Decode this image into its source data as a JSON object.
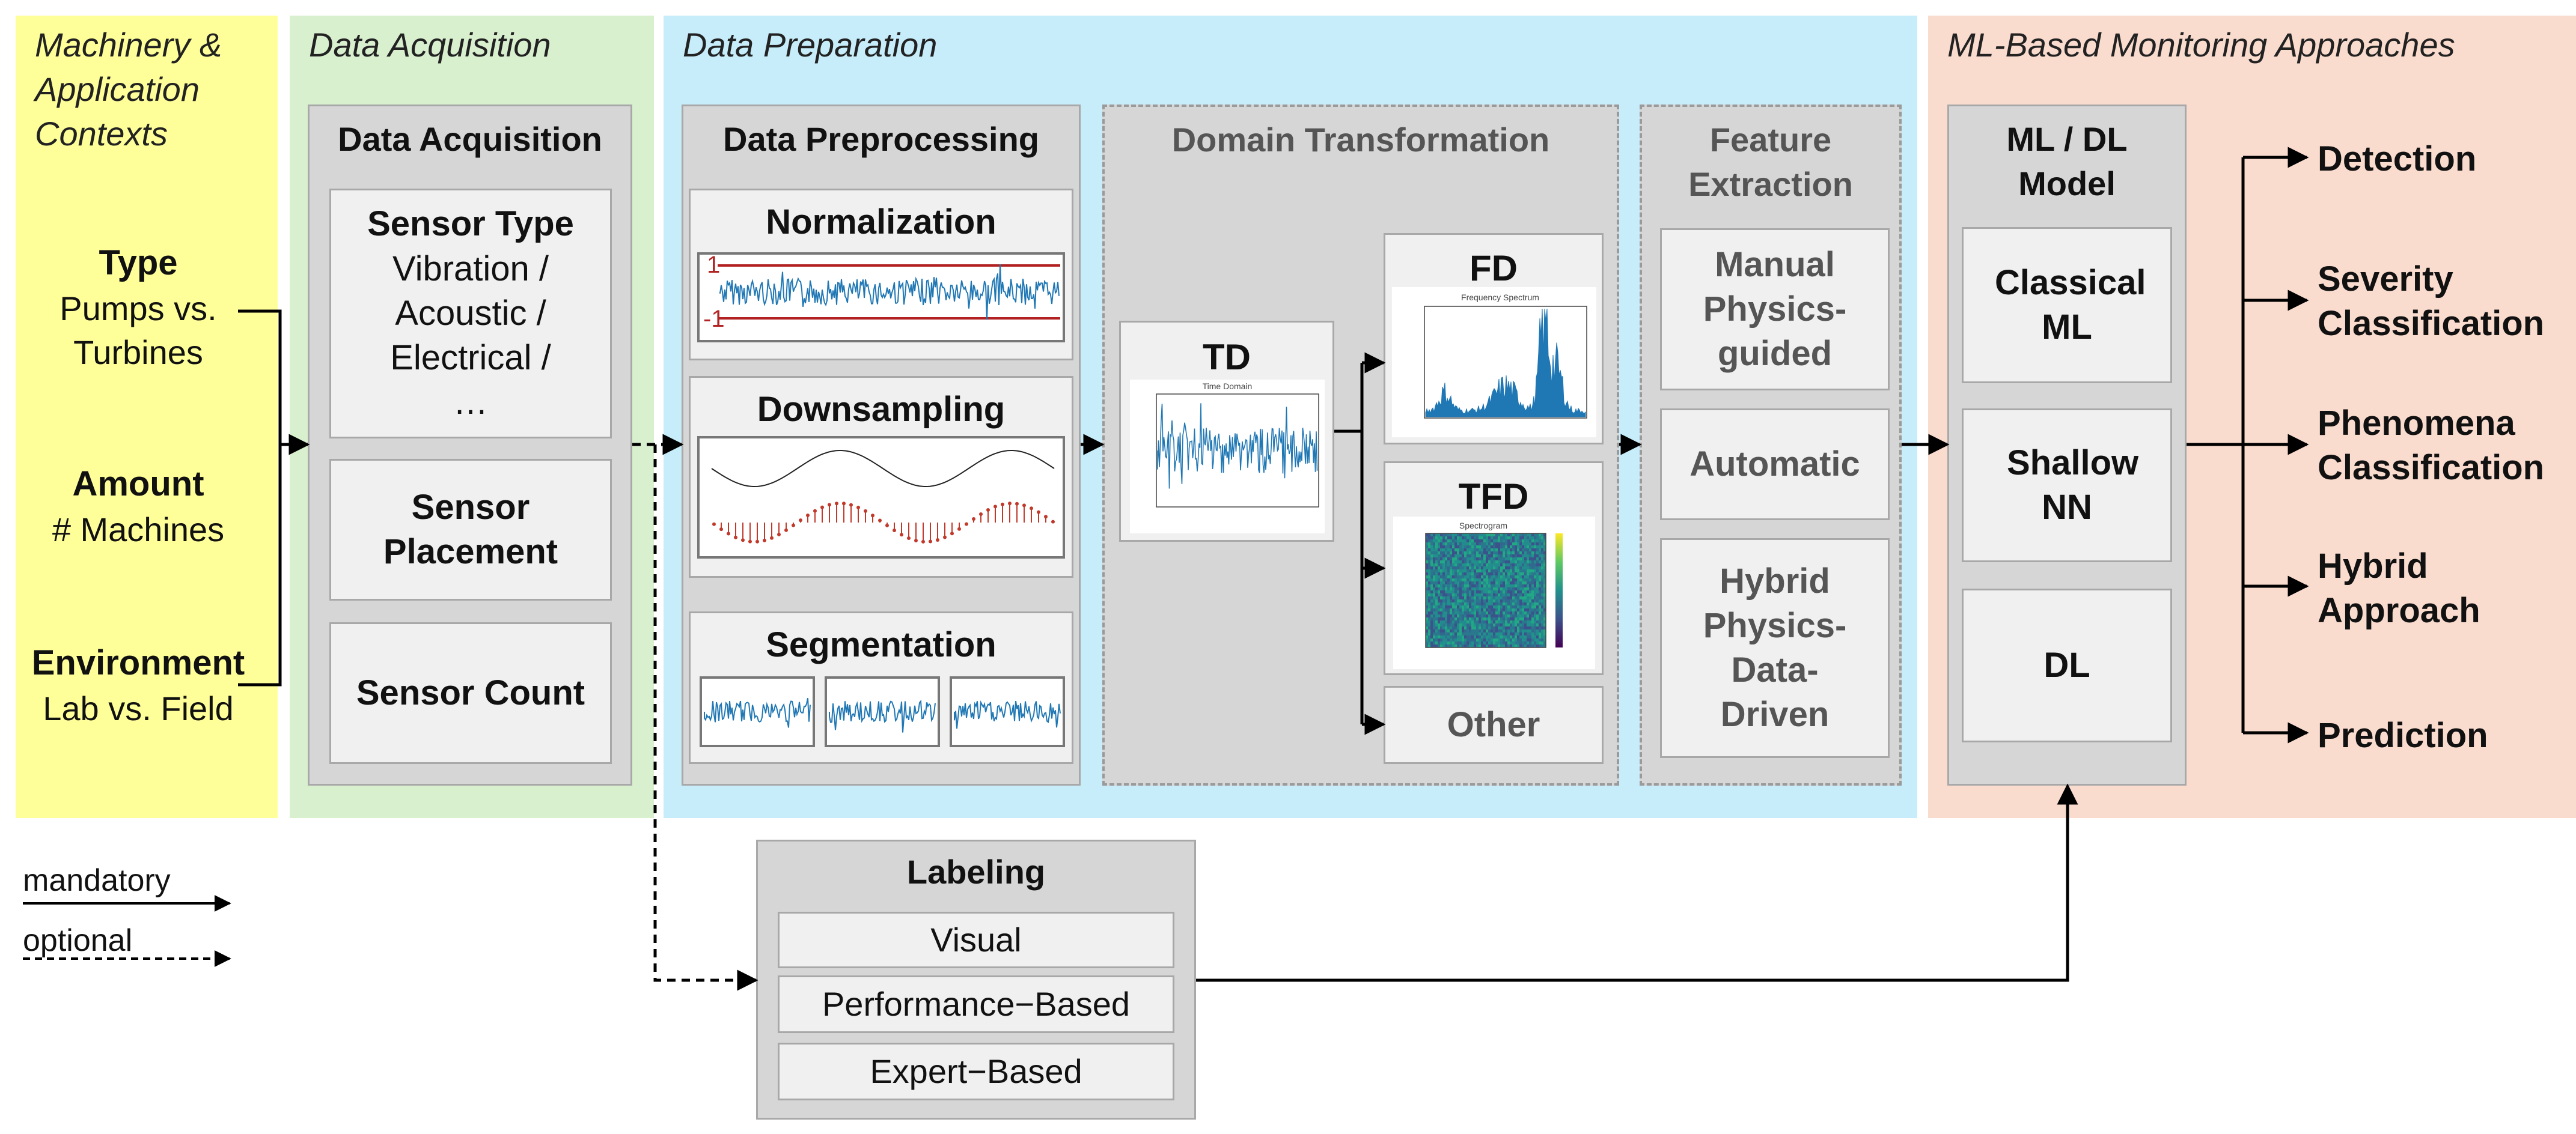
{
  "lanes": {
    "machinery": "Machinery & Application Contexts",
    "acquisition": "Data Acquisition",
    "preparation": "Data Preparation",
    "ml": "ML-Based Monitoring Approaches"
  },
  "machinery": {
    "type_title": "Type",
    "type_value": "Pumps vs. Turbines",
    "amount_title": "Amount",
    "amount_value": "# Machines",
    "environment_title": "Environment",
    "environment_value": "Lab vs. Field"
  },
  "acquisition": {
    "panel_title": "Data Acquisition",
    "sensor_type_title": "Sensor Type",
    "sensor_type_values": "Vibration / Acoustic / Electrical / …",
    "sensor_placement": "Sensor Placement",
    "sensor_count": "Sensor Count"
  },
  "preprocessing": {
    "panel_title": "Data Preprocessing",
    "normalization": "Normalization",
    "downsampling": "Downsampling",
    "segmentation": "Segmentation"
  },
  "domain": {
    "panel_title": "Domain Transformation",
    "td": "TD",
    "fd": "FD",
    "tfd": "TFD",
    "other": "Other",
    "td_plot_title": "Time Domain",
    "fd_plot_title": "Frequency Spectrum",
    "tfd_plot_title": "Spectrogram"
  },
  "features": {
    "panel_title": "Feature Extraction",
    "manual": "Manual Physics-guided",
    "automatic": "Automatic",
    "hybrid": "Hybrid Physics-Data-Driven"
  },
  "model": {
    "panel_title": "ML / DL Model",
    "classical": "Classical ML",
    "shallow": "Shallow NN",
    "dl": "DL"
  },
  "outputs": [
    "Detection",
    "Severity Classification",
    "Phenomena Classification",
    "Hybrid Approach",
    "Prediction"
  ],
  "labeling": {
    "panel_title": "Labeling",
    "visual": "Visual",
    "performance": "Performance−Based",
    "expert": "Expert−Based"
  },
  "legend": {
    "mandatory": "mandatory",
    "optional": "optional"
  },
  "colors": {
    "machinery_bg": "#ffff9a",
    "acquisition_bg": "#d9f0cf",
    "preparation_bg": "#c7ecfa",
    "ml_bg": "#fadccf",
    "signal_blue": "#1f77b4"
  }
}
